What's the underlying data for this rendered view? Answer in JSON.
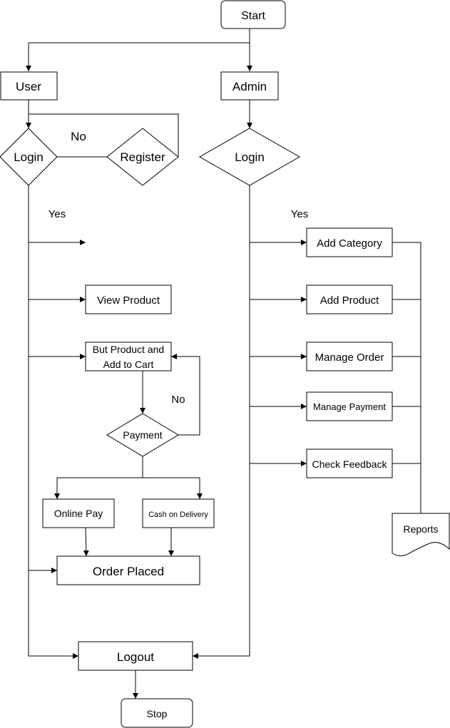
{
  "nodes": {
    "start": "Start",
    "user": "User",
    "admin": "Admin",
    "user_login": "Login",
    "register": "Register",
    "admin_login": "Login",
    "view_product": "View Product",
    "buy_product_line1": "But Product and",
    "buy_product_line2": "Add to Cart",
    "payment": "Payment",
    "online_pay": "Online Pay",
    "cash_on_delivery": "Cash on Delivery",
    "order_placed": "Order Placed",
    "add_category": "Add Category",
    "add_product": "Add Product",
    "manage_order": "Manage Order",
    "manage_payment": "Manage Payment",
    "check_feedback": "Check Feedback",
    "reports": "Reports",
    "logout": "Logout",
    "stop": "Stop"
  },
  "labels": {
    "register_no": "No",
    "user_yes": "Yes",
    "admin_yes": "Yes",
    "payment_no": "No"
  }
}
